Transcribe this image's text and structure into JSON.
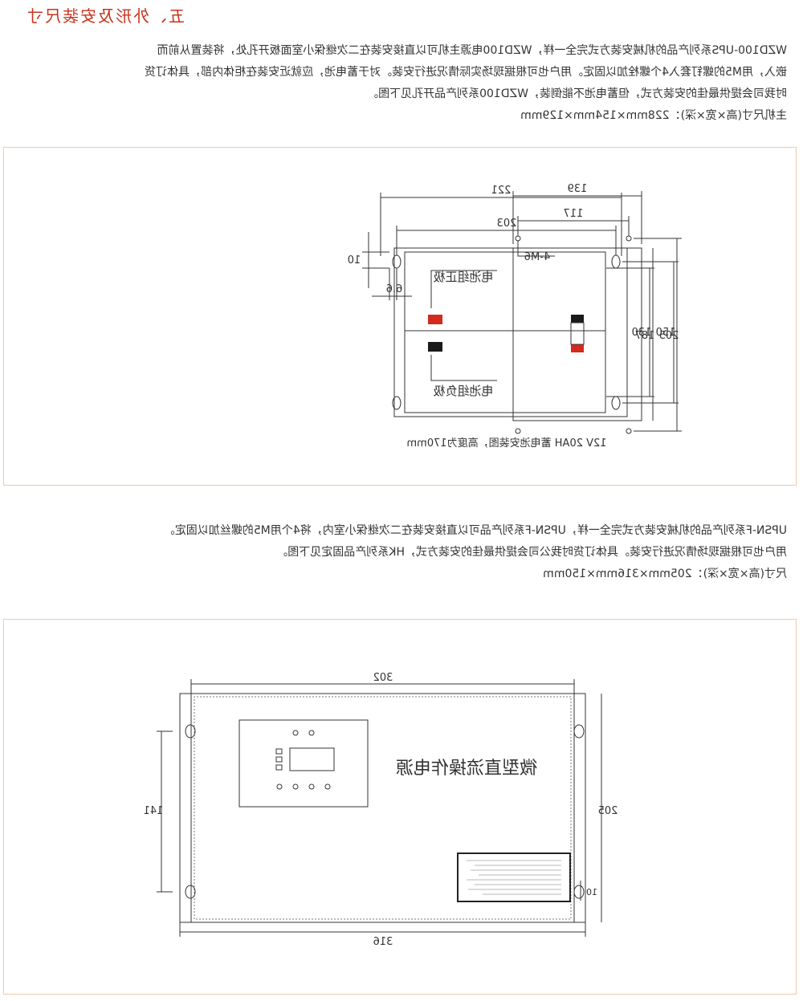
{
  "section1": {
    "heading": "五、外形及安装尺寸",
    "para_lines": [
      "WZD100-UPS系列产品的机械安装方式完全一样，WZD100电源主机可以直接安装在二次继保小室面板开孔处，将装置从前而",
      "嵌入，用M5的螺钉套入4个螺栓加以固定。用户也可根据现场实际情况进行安装。对于蓄电池，应就近安装在柜体内部，具体订货",
      "时我司会提供最佳的安装方式，但蓄电池不能倒装，WZD100系列产品开孔见下图。",
      "主机尺寸(高×宽×深)：228mm×154mm×129mm"
    ],
    "figure": {
      "battery": {
        "dim_221": "221",
        "dim_203": "203",
        "dim_10": "10",
        "dim_6_6": "6.6",
        "dim_150": "150",
        "dim_130": "130",
        "label_positive": "电池组正极",
        "label_negative": "电池组负极",
        "caption": "12V 20AH 蓄电池安装图，高度为170mm"
      },
      "side": {
        "dim_139": "139",
        "dim_117": "117",
        "hole_label": "4-M6",
        "dim_187": "187",
        "dim_205": "205"
      }
    }
  },
  "section2": {
    "para_lines": [
      "UPSN-F系列产品的机械安装方式完全一样，UPSN-F系列产品可以直接安装在二次继保小室内，将4个用M5的螺丝加以固定。",
      "用户也可根据现场情况进行安装。具体订货时我公司会提供最佳的安装方式，HK系列产品固定见下图。",
      "尺寸(高×宽×深)：205mm×316mm×150mm"
    ],
    "figure": {
      "dim_302": "302",
      "dim_316": "316",
      "dim_205": "205",
      "dim_141": "141",
      "dim_10": "10",
      "title": "微型直流操作电源"
    }
  },
  "colors": {
    "heading": "#c8341e",
    "panel_border": "#f0c9a6",
    "battery_red": "#d42a1e",
    "battery_black": "#1a1a1a",
    "line": "#333333"
  }
}
